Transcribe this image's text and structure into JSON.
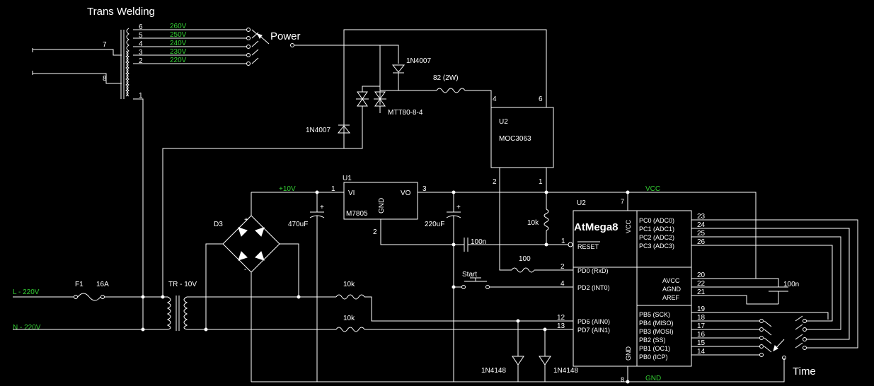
{
  "title": "Trans Welding",
  "labels": {
    "power": "Power",
    "time": "Time",
    "start": "Start",
    "vcc": "VCC",
    "gnd": "GND",
    "plus10v": "+10V",
    "l220": "L - 220V",
    "n220": "N - 220V",
    "f1": "F1",
    "f1_value": "16A",
    "tr": "TR - 10V",
    "d3": "D3",
    "cap470": "470uF",
    "cap220": "220uF",
    "cap100n_a": "100n",
    "cap100n_b": "100n",
    "r82": "82 (2W)",
    "r10k_a": "10k",
    "r10k_b": "10k",
    "r10k_c": "10k",
    "r100": "100",
    "d1n4007_a": "1N4007",
    "d1n4007_b": "1N4007",
    "d1n4148_a": "1N4148",
    "d1n4148_b": "1N4148",
    "triac": "MTT80-8-4",
    "u1": "U1",
    "u1_part": "M7805",
    "u1_vi": "VI",
    "u1_vo": "VO",
    "u1_gnd": "GND",
    "u2a": "U2",
    "u2a_part": "MOC3063",
    "u2b": "U2",
    "mcu": "AtMega8",
    "mcu_vcc": "VCC",
    "mcu_gnd": "GND",
    "mcu_reset": "RESET"
  },
  "taps": [
    {
      "num": "6",
      "volt": "260V"
    },
    {
      "num": "5",
      "volt": "250V"
    },
    {
      "num": "4",
      "volt": "240V"
    },
    {
      "num": "3",
      "volt": "230V"
    },
    {
      "num": "2",
      "volt": "220V"
    }
  ],
  "primary_pins": {
    "p7": "7",
    "p8": "8",
    "p1": "1"
  },
  "pin_numbers": {
    "u1_1": "1",
    "u1_2": "2",
    "u1_3": "3",
    "moc_4": "4",
    "moc_6": "6",
    "moc_2": "2",
    "moc_1": "1",
    "vcc_7": "7",
    "gnd_8": "8",
    "reset_1": "1",
    "pd0_2": "2",
    "pd2_4": "4",
    "pd6_12": "12",
    "pd7_13": "13"
  },
  "mcu_left_pins": [
    {
      "label": "PD0 (RxD)"
    },
    {
      "label": "PD2 (INT0)"
    },
    {
      "label": "PD6 (AIN0)"
    },
    {
      "label": "PD7 (AIN1)"
    }
  ],
  "mcu_right_top": [
    {
      "label": "PC0 (ADC0)",
      "pin": "23"
    },
    {
      "label": "PC1 (ADC1)",
      "pin": "24"
    },
    {
      "label": "PC2 (ADC2)",
      "pin": "25"
    },
    {
      "label": "PC3 (ADC3)",
      "pin": "26"
    }
  ],
  "mcu_right_mid": [
    {
      "label": "AVCC",
      "pin": "20"
    },
    {
      "label": "AGND",
      "pin": "22"
    },
    {
      "label": "AREF",
      "pin": "21"
    }
  ],
  "mcu_right_bot": [
    {
      "label": "PB5   (SCK)",
      "pin": "19"
    },
    {
      "label": "PB4  (MISO)",
      "pin": "18"
    },
    {
      "label": "PB3  (MOSI)",
      "pin": "17"
    },
    {
      "label": "PB2    (SS)",
      "pin": "16"
    },
    {
      "label": "PB1   (OC1)",
      "pin": "15"
    },
    {
      "label": "PB0   (ICP)",
      "pin": "14"
    }
  ],
  "colors": {
    "wire": "#ffffff",
    "net_label": "#33cc33",
    "background": "#000000"
  }
}
